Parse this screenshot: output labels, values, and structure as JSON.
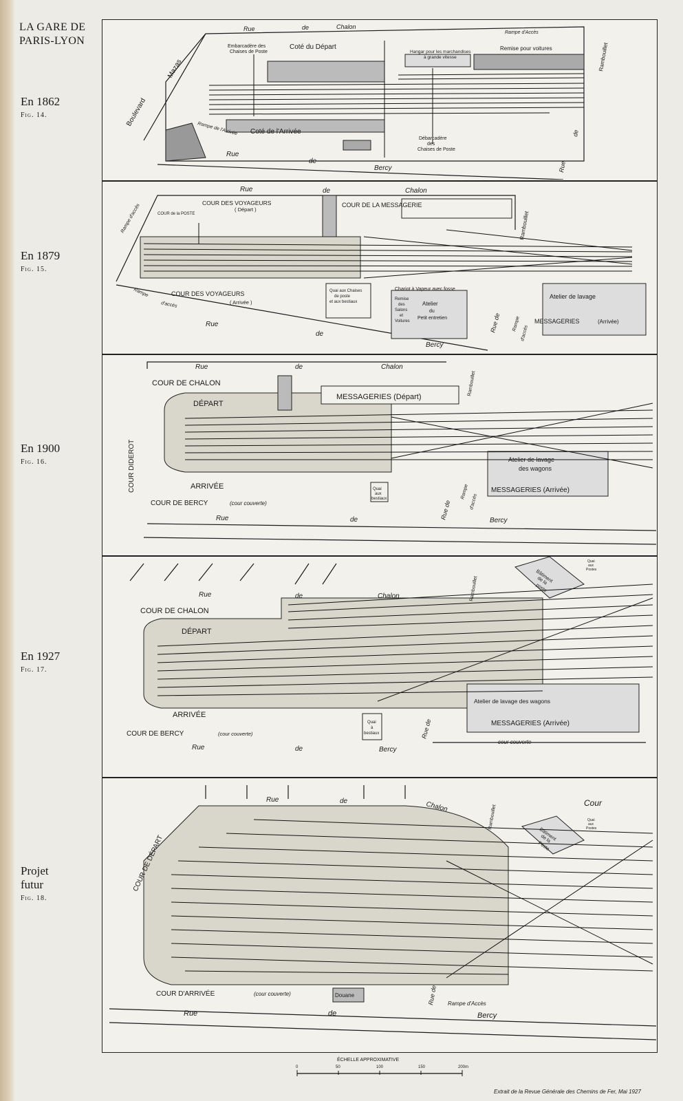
{
  "header": {
    "title_line1": "LA GARE DE",
    "title_line2": "PARIS-LYON"
  },
  "figures": [
    {
      "year": "En 1862",
      "fig": "Fig. 14.",
      "labels": {
        "rue_chalon": "Rue",
        "de1": "de",
        "chalon": "Chalon",
        "boulevard": "Boulevard",
        "mazas": "Mazas",
        "embarcadere1": "Embarcadère des",
        "embarcadere2": "Chaises de Poste",
        "depart": "Coté du Départ",
        "hangar1": "Hangar pour les marchandises",
        "hangar2": "à grande vitesse",
        "rampe_acces": "Rampe d'Accès",
        "remise": "Remise pour voitures",
        "rambouillet": "Rambouillet",
        "rampe_arrivee": "Rampe de l'Arrivée",
        "arrivee": "Coté de l'Arrivée",
        "debarc1": "Débarcadère",
        "debarc2": "des",
        "debarc3": "Chaises de Poste",
        "rue_bercy": "Rue",
        "de2": "de",
        "bercy": "Bercy",
        "rue_de": "Rue",
        "de3": "de"
      }
    },
    {
      "year": "En 1879",
      "fig": "Fig. 15.",
      "labels": {
        "rue": "Rue",
        "de": "de",
        "chalon": "Chalon",
        "rampe_acces": "Rampe d'accès",
        "cour_poste": "COUR de la POSTE",
        "cour_voy_dep": "COUR DES VOYAGEURS",
        "depart": "( Départ )",
        "cour_messagerie": "COUR DE LA MESSAGERIE",
        "rambouillet": "Rambouillet",
        "cour_voy_arr": "COUR DES VOYAGEURS",
        "arrivee": "( Arrivée )",
        "rampe2": "Rampe",
        "dacces": "d'accès",
        "quai1": "Quai aux Chaises",
        "quai2": "de poste",
        "quai3": "et aux bestiaux",
        "chariot": "Chariot à Vapeur avec fosse",
        "remise1": "Remise",
        "remise2": "des",
        "remise3": "Salons",
        "remise4": "et",
        "remise5": "Voitures",
        "atelier1": "Atelier",
        "atelier2": "du",
        "atelier3": "Petit entretien",
        "atelier_lavage": "Atelier de lavage",
        "messageries": "MESSAGERIES",
        "msg_arr": "(Arrivée)",
        "rue_bercy": "Rue",
        "de_bercy": "de",
        "bercy": "Bercy",
        "rue_de": "Rue de",
        "rampe": "Rampe",
        "dacces2": "d'accès"
      }
    },
    {
      "year": "En 1900",
      "fig": "Fig. 16.",
      "labels": {
        "rue": "Rue",
        "de": "de",
        "chalon": "Chalon",
        "cour_chalon": "COUR DE CHALON",
        "depart": "DÉPART",
        "messageries_dep": "MESSAGERIES (Départ)",
        "rambouillet": "Rambouillet",
        "cour_diderot": "COUR DIDEROT",
        "atelier1": "Atelier de lavage",
        "atelier2": "des wagons",
        "rue_de": "Rue de",
        "rampe": "Rampe",
        "dacces": "d'accès",
        "messageries_arr": "MESSAGERIES (Arrivée)",
        "arrivee": "ARRIVÉE",
        "quai1": "Quai",
        "quai2": "aux",
        "quai3": "bestiaux",
        "cour_bercy": "COUR DE BERCY",
        "couverte": "(cour couverte)",
        "rue_b": "Rue",
        "de_b": "de",
        "bercy": "Bercy"
      }
    },
    {
      "year": "En 1927",
      "fig": "Fig. 17.",
      "labels": {
        "rue": "Rue",
        "de": "de",
        "chalon": "Chalon",
        "rambouillet": "Rambouillet",
        "batiment1": "Bâtiment",
        "batiment2": "de la",
        "batiment3": "poste",
        "quai1": "Quai",
        "quai2": "aux",
        "quai3": "Postes",
        "cour_chalon": "COUR DE CHALON",
        "depart": "DÉPART",
        "atelier": "Atelier de lavage des wagons",
        "messageries": "MESSAGERIES (Arrivée)",
        "couverte_right": "cour couverte",
        "arrivee": "ARRIVÉE",
        "quai_b1": "Quai",
        "quai_b2": "à",
        "quai_b3": "bestiaux",
        "cour_bercy": "COUR DE BERCY",
        "couverte": "(cour couverte)",
        "rue_b": "Rue",
        "de_b": "de",
        "bercy": "Bercy",
        "rue_de": "Rue de"
      }
    },
    {
      "year": "Projet futur",
      "fig": "Fig. 18.",
      "labels": {
        "rue": "Rue",
        "de": "de",
        "chalon": "Chalon",
        "rambouillet": "Rambouillet",
        "cour": "Cour",
        "cour_depart": "COUR DE DÉPART",
        "batiment1": "Bâtiment",
        "batiment2": "de la",
        "batiment3": "Poste",
        "quai1": "Quai",
        "quai2": "aux",
        "quai3": "Postes",
        "douane": "Douane",
        "cour_arrivee": "COUR D'ARRIVÉE",
        "couverte": "(cour couverte)",
        "rue_de": "Rue de",
        "rampe_acces": "Rampe d'Accès",
        "rue_b": "Rue",
        "de_b": "de",
        "bercy": "Bercy"
      }
    }
  ],
  "scale": {
    "title": "ÉCHELLE APPROXIMATIVE",
    "ticks": [
      "0",
      "50",
      "100",
      "150",
      "200m"
    ]
  },
  "credit": "Extrait de la Revue Générale des Chemins de Fer, Mai 1927"
}
